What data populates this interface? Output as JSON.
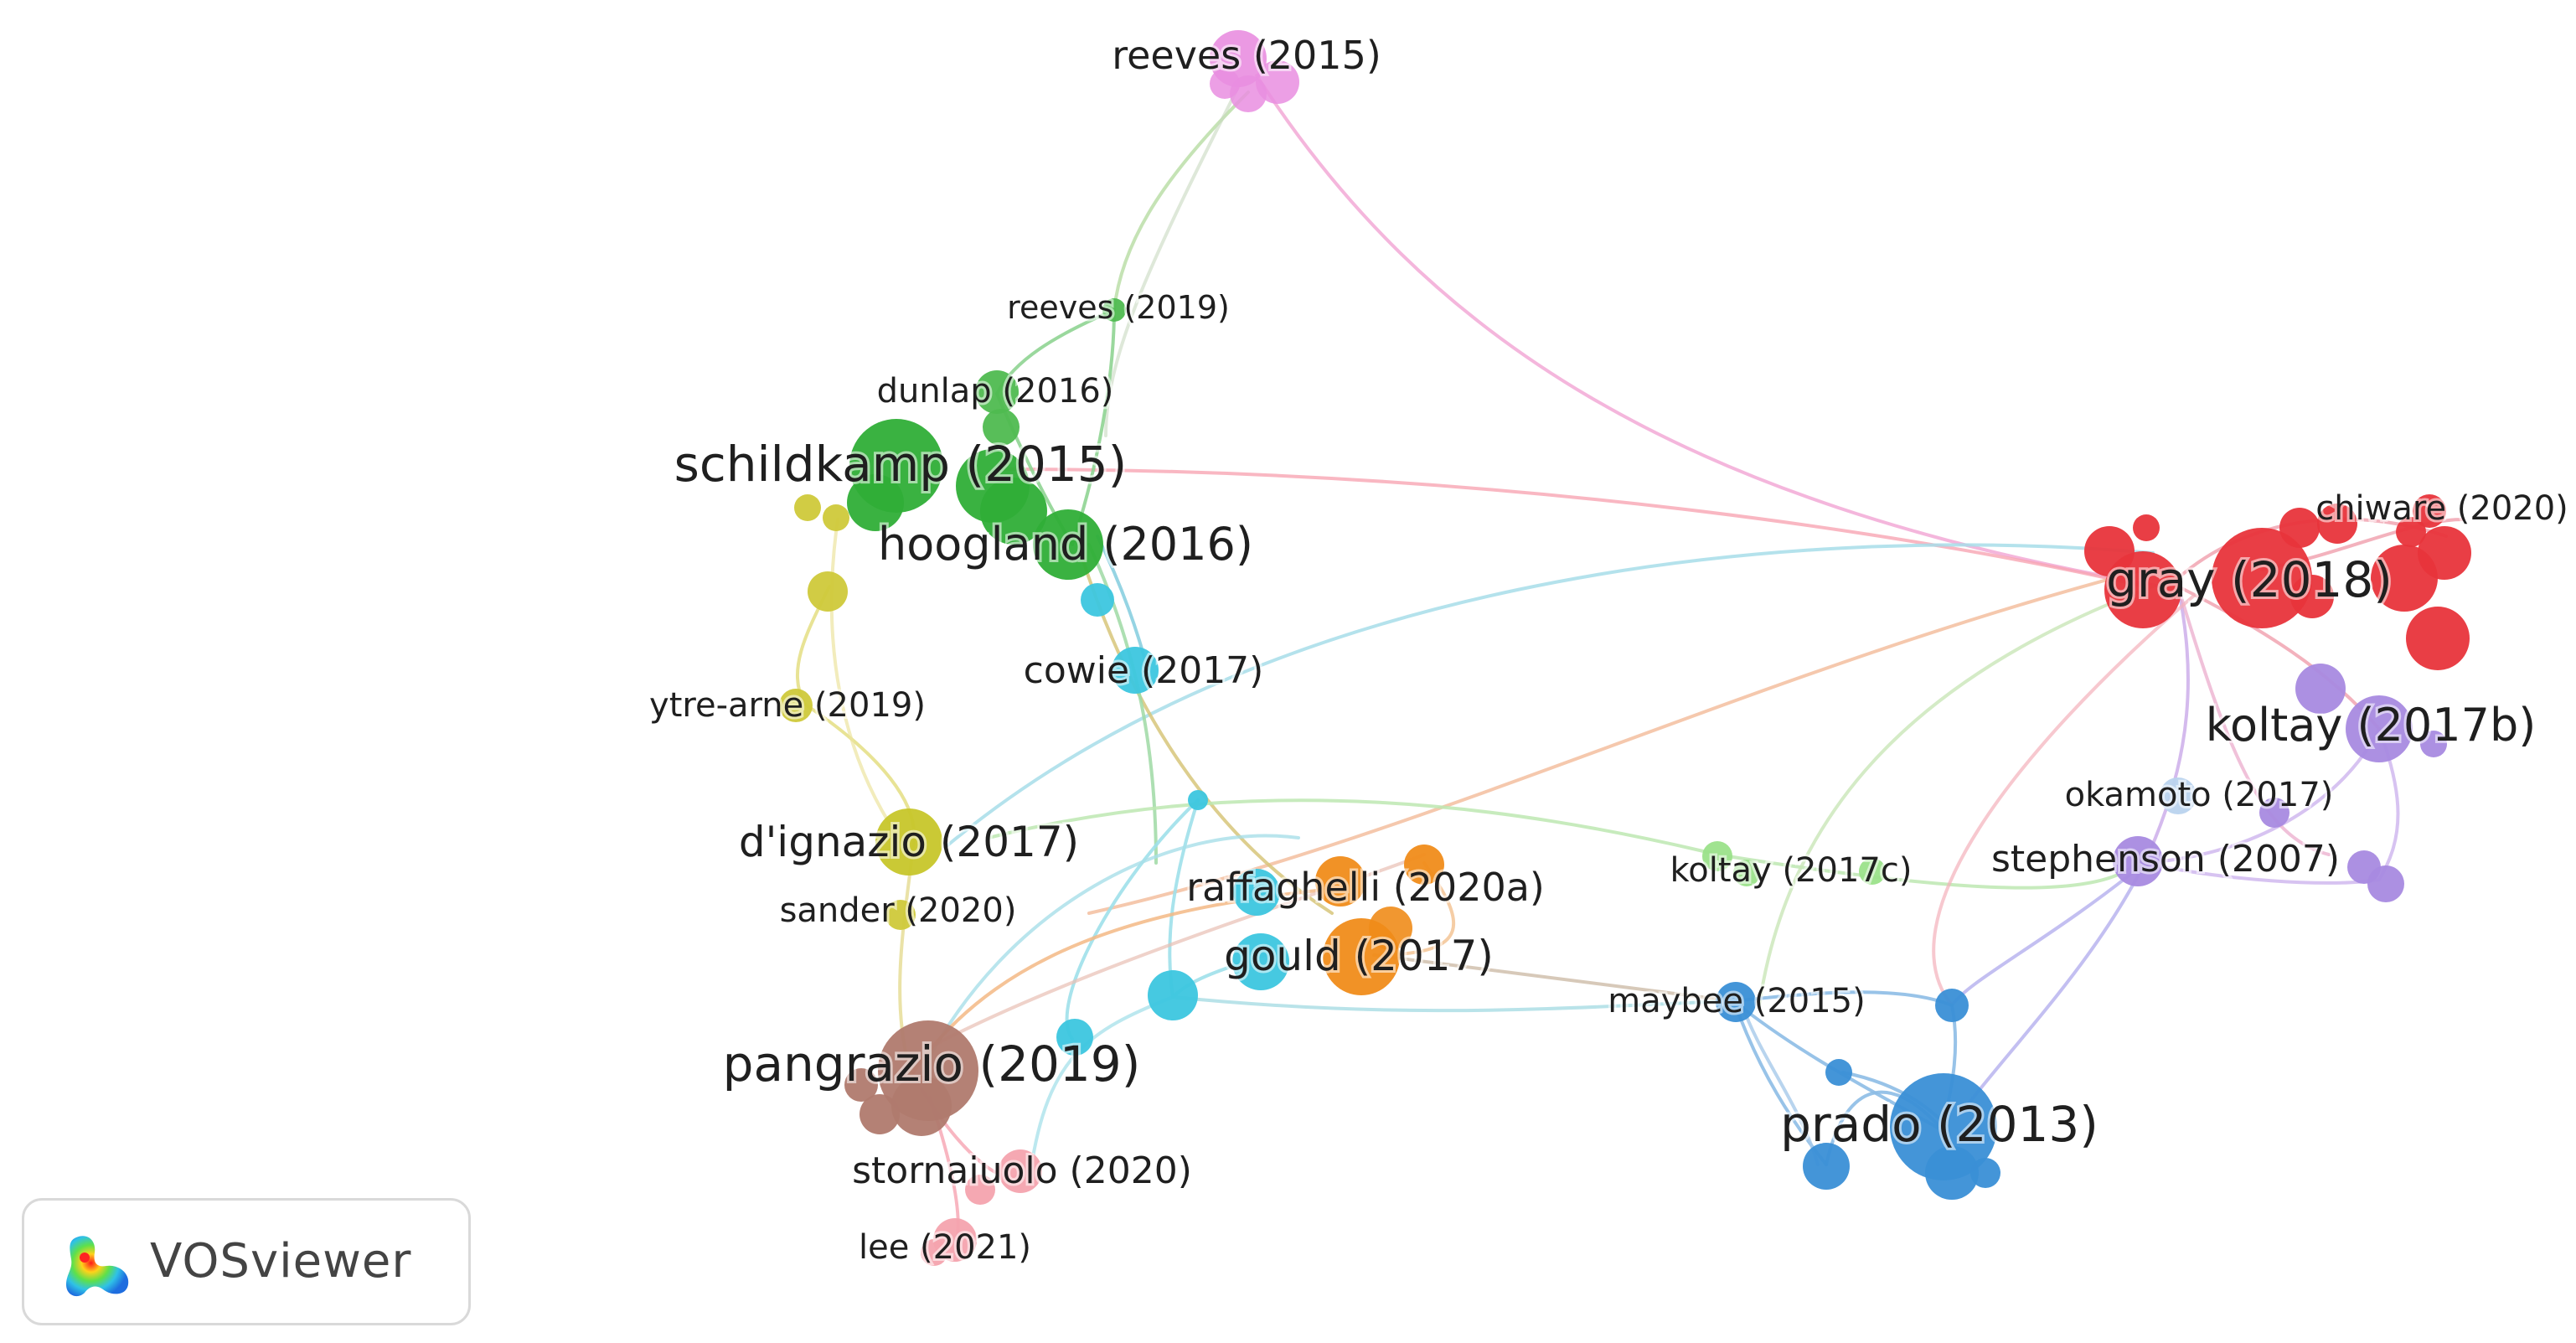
{
  "logo": {
    "text": "VOSviewer"
  },
  "clusters": {
    "green": "#2fae37",
    "yellow": "#c7c62a",
    "cyan": "#2bbfd9",
    "orange": "#f08c1a",
    "brown": "#b07a6e",
    "pink": "#f4a3ae",
    "magenta": "#e98ee0",
    "red": "#e8343b",
    "purple": "#a88ae0",
    "blue": "#3a8fd6",
    "lightgreen": "#9be28a",
    "lightblue": "#b9d3ee"
  },
  "labels": {
    "reeves_2015": "reeves (2015)",
    "reeves_2019": "reeves (2019)",
    "dunlap_2016": "dunlap (2016)",
    "schildkamp_2015": "schildkamp (2015)",
    "hoogland_2016": "hoogland (2016)",
    "cowie_2017": "cowie (2017)",
    "ytre_arne_2019": "ytre-arne (2019)",
    "dignazio_2017": "d'ignazio (2017)",
    "sander_2020": "sander (2020)",
    "raffaghelli_2020a": "raffaghelli (2020a)",
    "gould_2017": "gould (2017)",
    "pangrazio_2019": "pangrazio (2019)",
    "stornaiuolo_2020": "stornaiuolo (2020)",
    "lee_2021": "lee (2021)",
    "gray_2018": "gray (2018)",
    "chiware_2020": "chiware (2020)",
    "koltay_2017b": "koltay (2017b)",
    "okamoto_2017": "okamoto (2017)",
    "stephenson_2007": "stephenson (2007)",
    "koltay_2017c": "koltay (2017c)",
    "maybee_2015": "maybee (2015)",
    "prado_2013": "prado (2013)"
  }
}
